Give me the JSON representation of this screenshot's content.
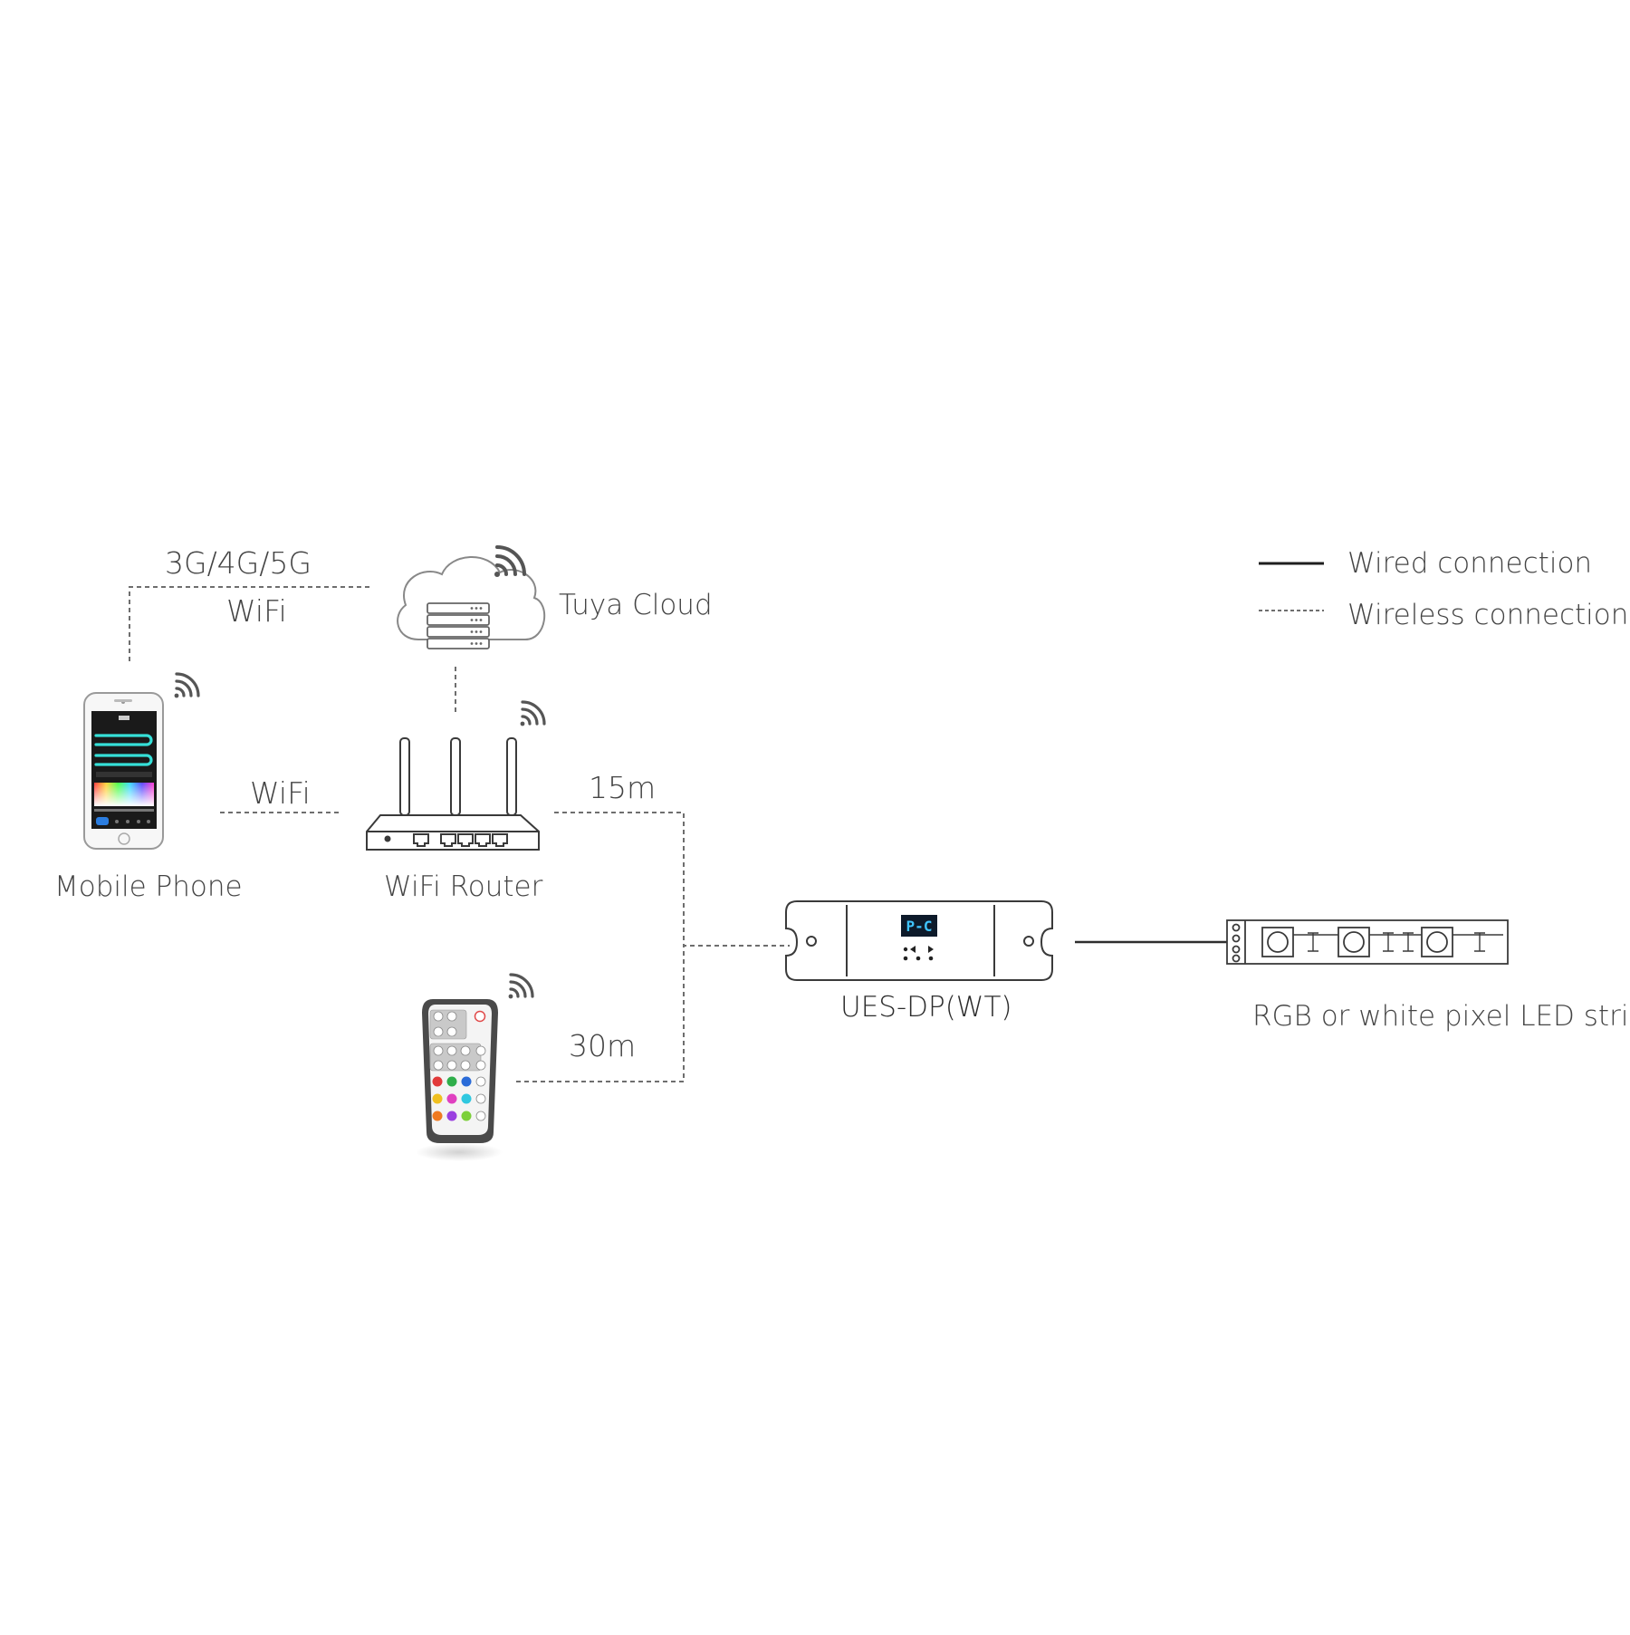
{
  "legend": {
    "wired_label": "Wired connection",
    "wireless_label": "Wireless connection"
  },
  "nodes": {
    "cloud_label": "Tuya Cloud",
    "phone_label": "Mobile Phone",
    "router_label": "WiFi Router",
    "controller_label": "UES-DP(WT)",
    "strip_label": "RGB or white pixel LED strip",
    "controller_display": "P-C"
  },
  "links": {
    "phone_cloud_top": "3G/4G/5G",
    "phone_cloud_bottom": "WiFi",
    "phone_router": "WiFi",
    "router_controller": "15m",
    "remote_controller": "30m"
  },
  "colors": {
    "line": "#3a3a3a",
    "dashed": "#6e6e6e",
    "icon_stroke": "#555555",
    "display_bg": "#0d1a2a",
    "display_text": "#3fc4ff"
  }
}
